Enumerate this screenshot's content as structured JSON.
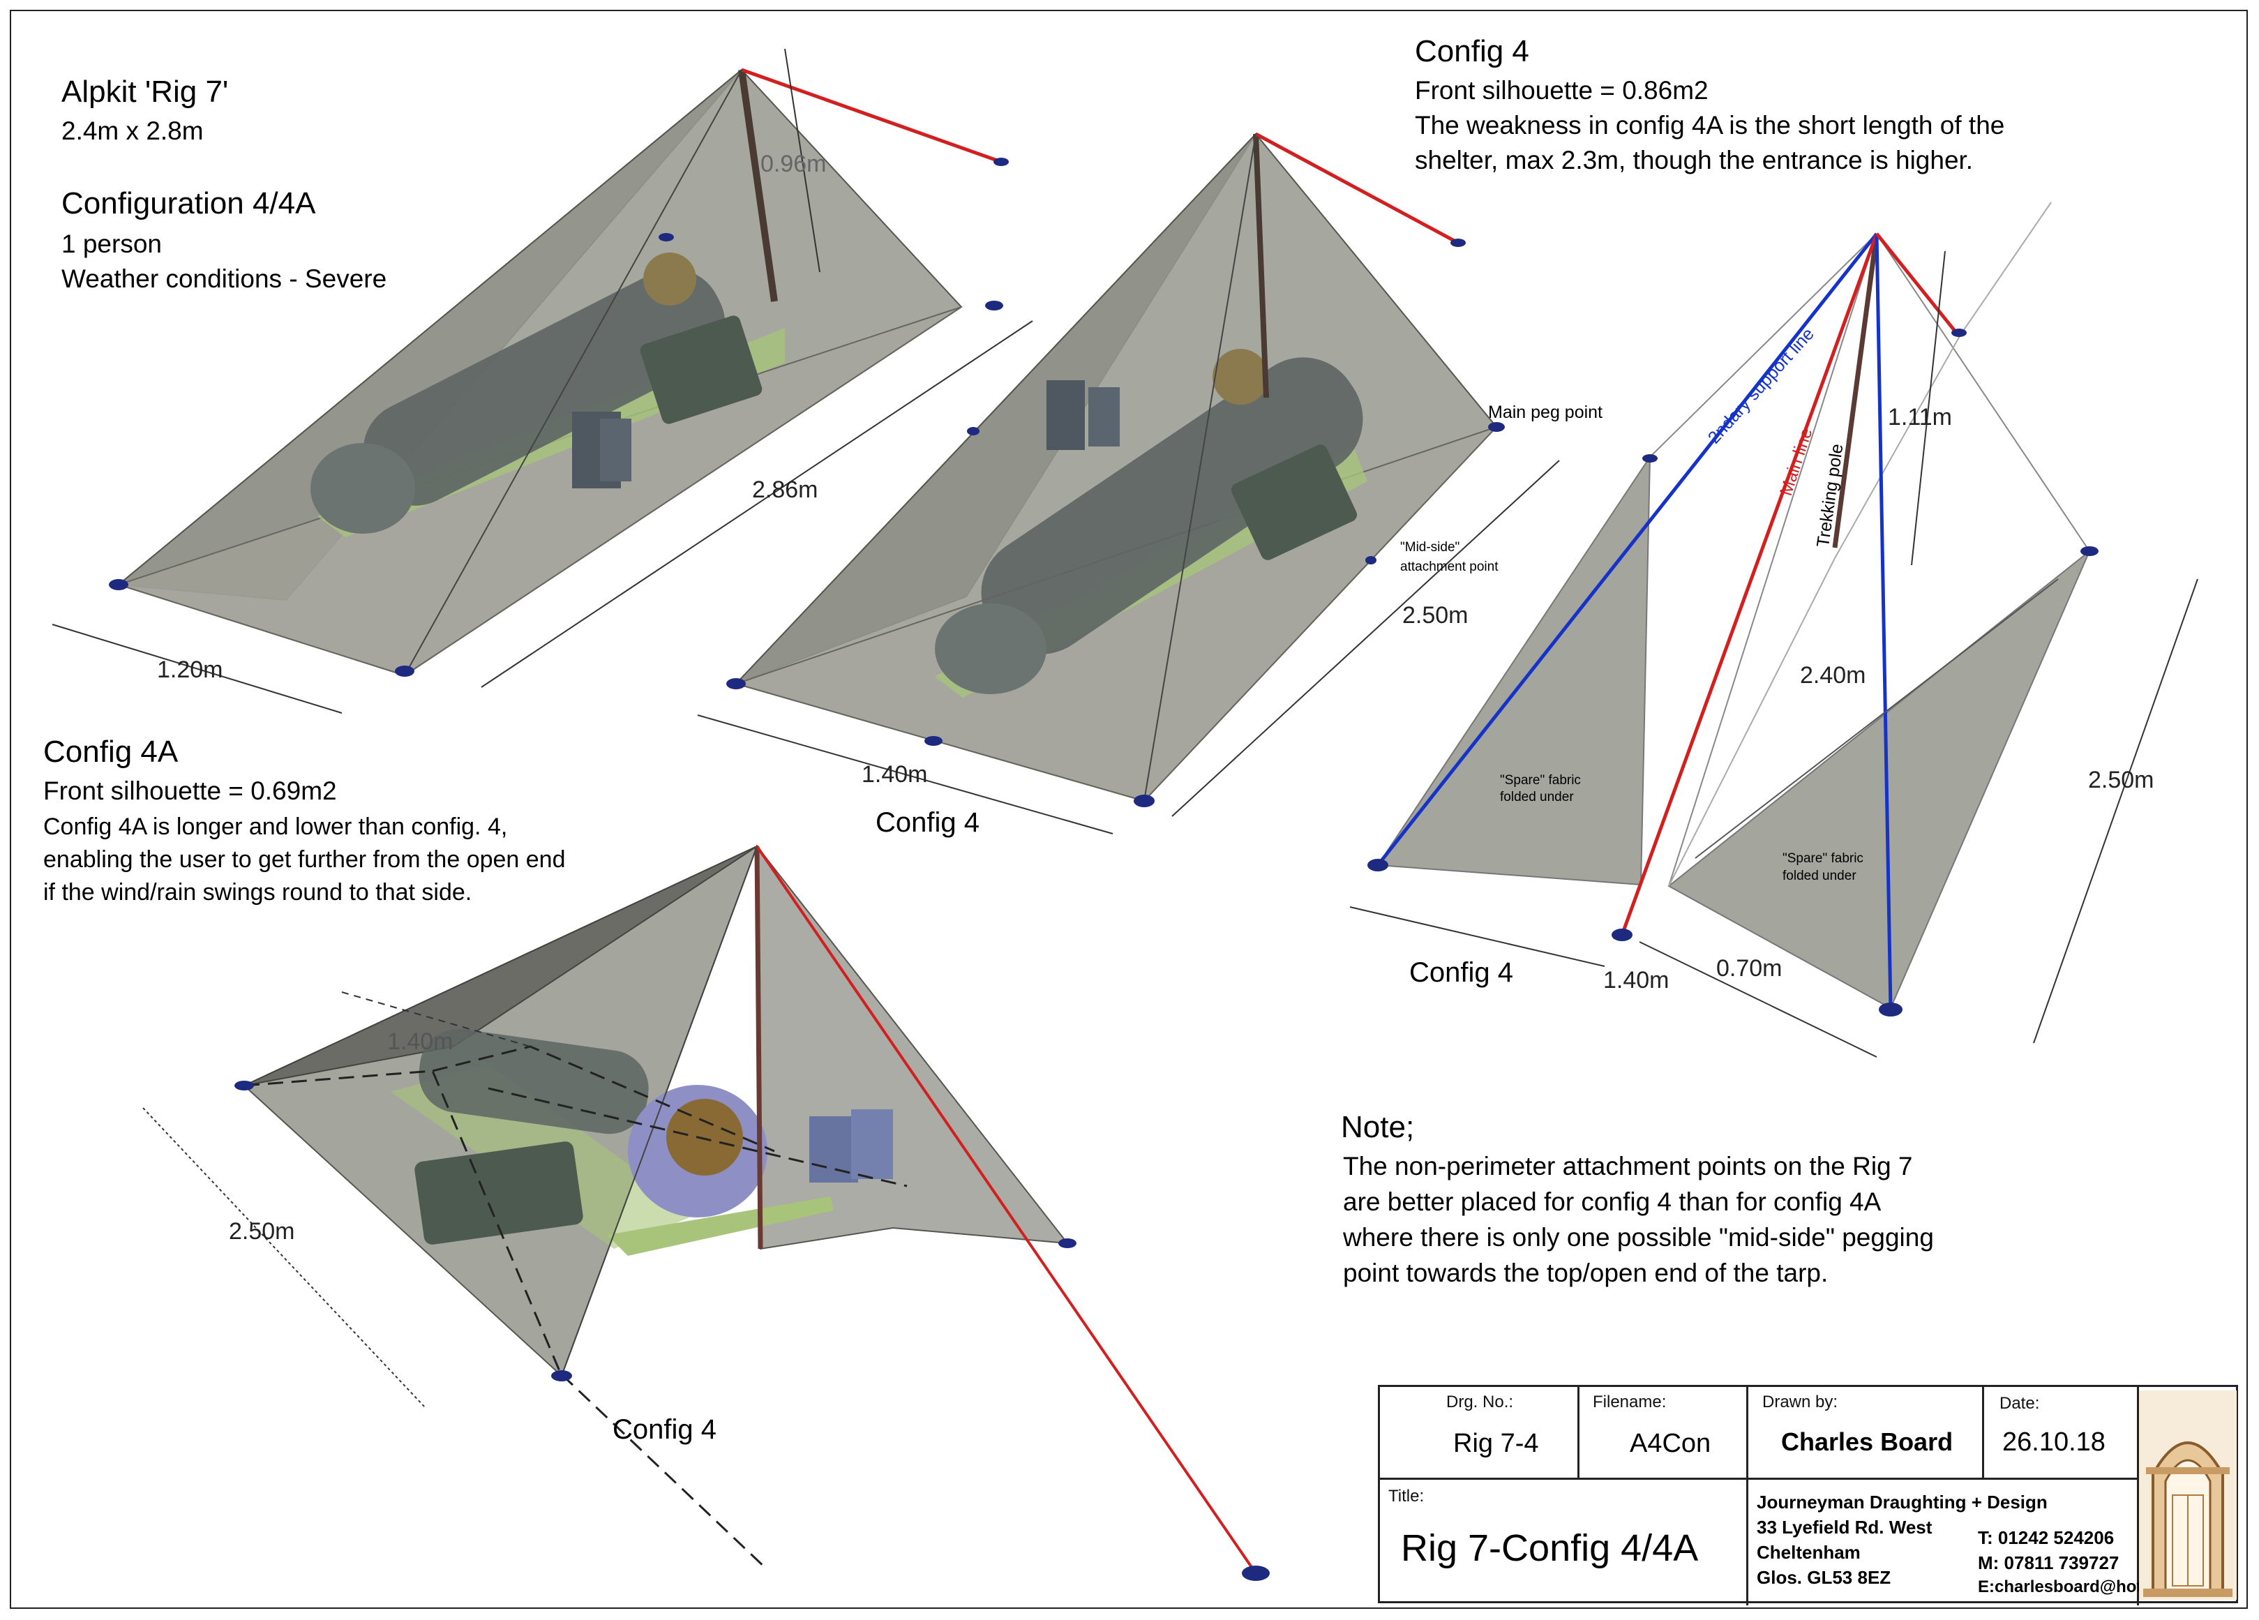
{
  "header": {
    "product": "Alpkit 'Rig 7'",
    "size": "2.4m x 2.8m",
    "configuration": "Configuration 4/4A",
    "persons": "1 person",
    "weather": "Weather conditions - Severe"
  },
  "config4_notes": {
    "title": "Config 4",
    "silhouette": "Front silhouette = 0.86m2",
    "line1": "The weakness in config 4A is the short length of the",
    "line2": "shelter, max 2.3m, though the entrance is higher."
  },
  "config4a_notes": {
    "title": "Config 4A",
    "silhouette": "Front silhouette = 0.69m2",
    "line1": "Config 4A is longer and lower than config. 4,",
    "line2": "enabling the user to get further from the open end",
    "line3": "if the wind/rain swings round to that side."
  },
  "diagram_top_left": {
    "pole_height": "0.96m",
    "length": "2.86m",
    "width": "1.20m"
  },
  "diagram_top_middle": {
    "caption": "Config 4",
    "width": "1.40m",
    "length": "2.50m",
    "main_peg": "Main peg point",
    "mid_side_1": "\"Mid-side\"",
    "mid_side_2": "attachment point"
  },
  "diagram_right": {
    "caption": "Config 4",
    "support_line": "2ndary support line",
    "main_line": "Main line",
    "pole": "Trekking pole",
    "height": "1.11m",
    "diagonal": "2.40m",
    "side": "2.50m",
    "front_width": "1.40m",
    "offset": "0.70m",
    "spare1_a": "\"Spare\" fabric",
    "spare1_b": "folded under",
    "spare2_a": "\"Spare\" fabric",
    "spare2_b": "folded under"
  },
  "diagram_bottom": {
    "caption": "Config 4",
    "side": "2.50m",
    "partial": "1.40m"
  },
  "note": {
    "title": "Note;",
    "line1": "The non-perimeter attachment points on the Rig 7",
    "line2": "are better placed for config 4 than for config 4A",
    "line3": "where there is only one possible \"mid-side\" pegging",
    "line4": "point towards the top/open end of the tarp."
  },
  "title_block": {
    "drg_no_label": "Drg. No.:",
    "drg_no": "Rig 7-4",
    "filename_label": "Filename:",
    "filename": "A4Con",
    "drawn_by_label": "Drawn by:",
    "drawn_by": "Charles Board",
    "date_label": "Date:",
    "date": "26.10.18",
    "title_label": "Title:",
    "title": "Rig 7-Config 4/4A",
    "company": "Journeyman Draughting + Design",
    "addr1": "33 Lyefield Rd. West",
    "addr2": "Cheltenham",
    "addr3": "Glos. GL53 8EZ",
    "tel": "T: 01242 524206",
    "mob": "M: 07811 739727",
    "email": "E:charlesboard@hotmail.co.uk"
  },
  "colors": {
    "tarp": "#8f9088",
    "tarp_dark": "#5b5c57",
    "guy_red": "#d21f1f",
    "guy_blue": "#1533c8",
    "peg": "#1d2a80",
    "mat": "#a8c47a",
    "bag": "#5a6260"
  }
}
